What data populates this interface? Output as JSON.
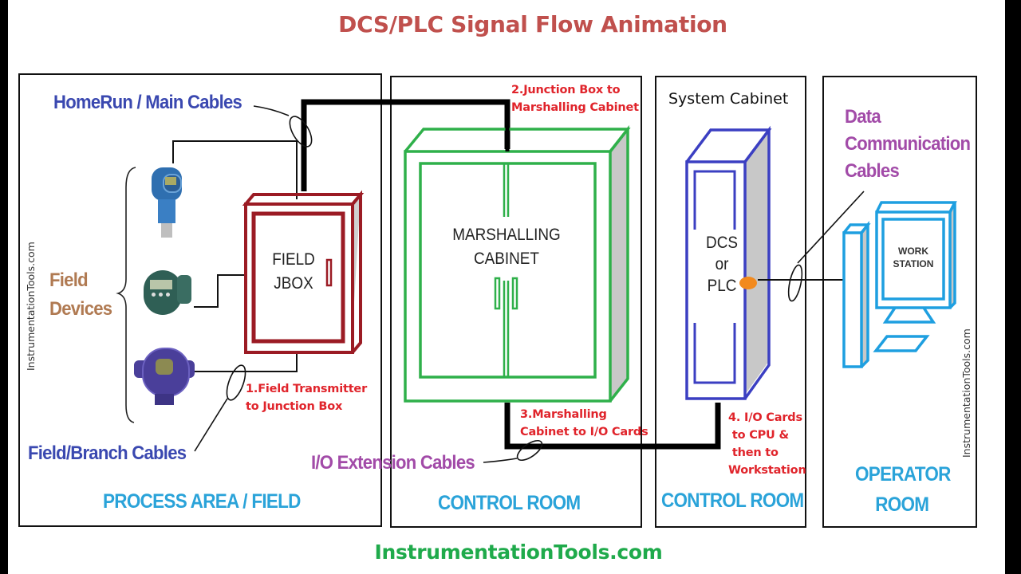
{
  "title": "DCS/PLC Signal Flow Animation",
  "footer": "InstrumentationTools.com",
  "watermark": "InstrumentationTools.com",
  "colors": {
    "title": "#c0504d",
    "footer": "#1faa4b",
    "field_jbox": "#9b1b24",
    "marshalling_cabinet": "#2fb04a",
    "system_cabinet": "#3b3fc2",
    "workstation": "#1e9fe0",
    "step_labels": "#e0242b",
    "area_labels": "#2aa3d9",
    "indicator": "#f28a1e"
  },
  "areas": [
    {
      "id": "process-area",
      "label": "PROCESS AREA / FIELD"
    },
    {
      "id": "control-room-marshalling",
      "label": "CONTROL ROOM"
    },
    {
      "id": "control-room-system",
      "label": "CONTROL ROOM"
    },
    {
      "id": "operator-room",
      "label": "OPERATOR\nROOM",
      "lines": [
        "OPERATOR",
        "ROOM"
      ]
    }
  ],
  "cable_labels": {
    "homerun": "HomeRun / Main Cables",
    "field_branch": "Field/Branch Cables",
    "io_extension": "I/O Extension Cables",
    "data_comm": [
      "Data",
      "Communication",
      "Cables"
    ]
  },
  "field_devices_label": [
    "Field",
    "Devices"
  ],
  "field_devices": [
    {
      "name": "pressure-transmitter",
      "color": "#2f6fb0"
    },
    {
      "name": "temperature-transmitter",
      "color": "#2f5f55"
    },
    {
      "name": "field-indicator",
      "color": "#4a3f9a"
    }
  ],
  "equipment": {
    "field_jbox": [
      "FIELD",
      "JBOX"
    ],
    "marshalling_cabinet": [
      "MARSHALLING",
      "CABINET"
    ],
    "system_cabinet_title": "System Cabinet",
    "dcs_plc": [
      "DCS",
      "or",
      "PLC"
    ],
    "workstation": [
      "WORK",
      "STATION"
    ]
  },
  "steps": [
    {
      "number": 1,
      "text": "1.Field Transmitter\nto Junction Box"
    },
    {
      "number": 2,
      "text": "2.Junction Box to\nMarshalling Cabinet"
    },
    {
      "number": 3,
      "text": "3.Marshalling\nCabinet to I/O Cards"
    },
    {
      "number": 4,
      "text": "4. I/O Cards\n to CPU &\n then to\nWorkstation"
    }
  ]
}
